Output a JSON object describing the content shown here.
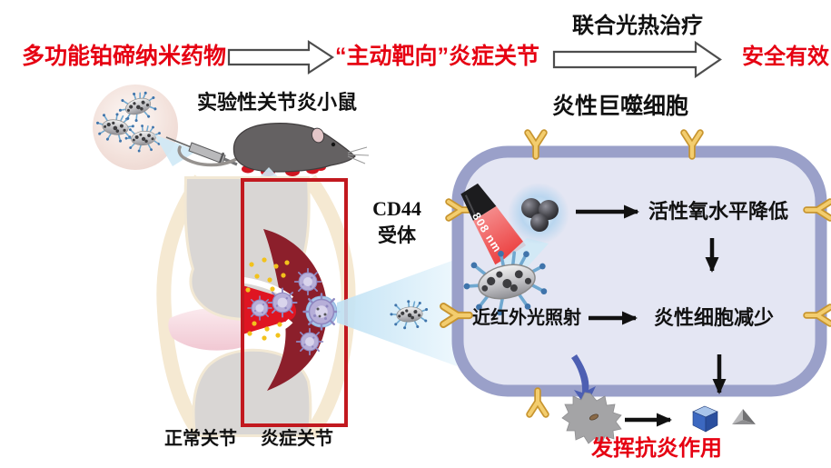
{
  "colors": {
    "accent_red": "#e60012",
    "cell_border": "#9aa0c9",
    "cell_fill": "#e4e6f3",
    "receptor_gold": "#eec05a",
    "inflamed_dark_red": "#8c1f2b",
    "inflamed_bright_red": "#df1522",
    "cone_blue": "#c9e6f6"
  },
  "flow": {
    "step1": "多功能铂碲纳米药物",
    "step2": "“主动靶向”炎症关节",
    "arrow2_label": "联合光热治疗",
    "step3": "安全有效"
  },
  "mouse": {
    "label": "实验性关节炎小鼠"
  },
  "joint": {
    "normal_label": "正常关节",
    "inflamed_label": "炎症关节"
  },
  "receptor": {
    "line1": "CD44",
    "line2": "受体"
  },
  "cell": {
    "title": "炎性巨噬细胞",
    "laser_label": "808 nm",
    "ros_text": "活性氧水平降低",
    "nir_text": "近红外光照射",
    "reduce_text": "炎性细胞减少"
  },
  "outcome": {
    "text": "发挥抗炎作用"
  }
}
